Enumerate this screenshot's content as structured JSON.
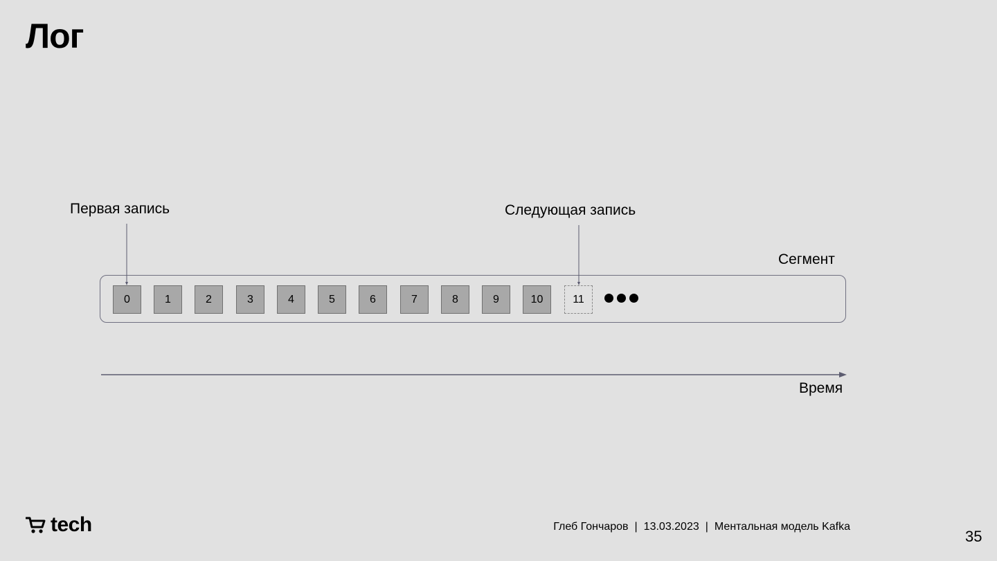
{
  "slide": {
    "title": "Лог",
    "page_number": "35"
  },
  "diagram": {
    "first_record_label": "Первая запись",
    "next_record_label": "Следующая запись",
    "segment_label": "Сегмент",
    "time_label": "Время",
    "records": [
      "0",
      "1",
      "2",
      "3",
      "4",
      "5",
      "6",
      "7",
      "8",
      "9",
      "10"
    ],
    "next_record": "11",
    "colors": {
      "record_fill": "#a8a8a8",
      "record_border": "#707070",
      "segment_border": "#6f6f80",
      "arrow": "#5c5c70"
    }
  },
  "footer": {
    "logo_text": "tech",
    "logo_icon": "cart-icon",
    "author": "Глеб Гончаров",
    "separator": "|",
    "date": "13.03.2023",
    "talk_title": "Ментальная модель Kafka"
  }
}
